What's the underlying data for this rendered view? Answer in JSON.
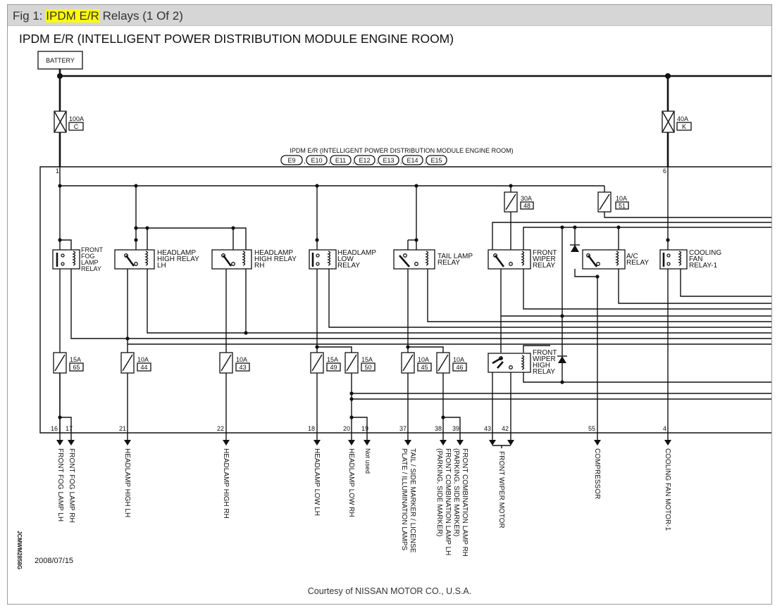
{
  "figure_header": {
    "prefix": "Fig 1:",
    "highlight": "IPDM E/R",
    "suffix": "Relays (1 Of 2)"
  },
  "diagram_title": "IPDM E/R (INTELLIGENT POWER DISTRIBUTION MODULE ENGINE ROOM)",
  "battery_label": "BATTERY",
  "module_label": "IPDM E/R (INTELLIGENT POWER DISTRIBUTION MODULE ENGINE ROOM)",
  "connectors": [
    "E9",
    "E10",
    "E11",
    "E12",
    "E13",
    "E14",
    "E15"
  ],
  "main_fuses": [
    {
      "amp": "100A",
      "id": "C",
      "pin": "1"
    },
    {
      "amp": "40A",
      "id": "K",
      "pin": "6"
    }
  ],
  "top_fuses": [
    {
      "amp": "30A",
      "id": "48"
    },
    {
      "amp": "10A",
      "id": "51"
    }
  ],
  "relays": [
    {
      "lines": [
        "FRONT",
        "FOG",
        "LAMP",
        "RELAY"
      ]
    },
    {
      "lines": [
        "HEADLAMP",
        "HIGH RELAY",
        "LH"
      ]
    },
    {
      "lines": [
        "HEADLAMP",
        "HIGH RELAY",
        "RH"
      ]
    },
    {
      "lines": [
        "HEADLAMP",
        "LOW",
        "RELAY"
      ]
    },
    {
      "lines": [
        "TAIL LAMP",
        "RELAY"
      ]
    },
    {
      "lines": [
        "FRONT",
        "WIPER",
        "RELAY"
      ]
    },
    {
      "lines": [
        "A/C",
        "RELAY"
      ]
    },
    {
      "lines": [
        "COOLING",
        "FAN",
        "RELAY-1"
      ]
    },
    {
      "lines": [
        "FRONT",
        "WIPER",
        "HIGH",
        "RELAY"
      ]
    }
  ],
  "lower_fuses": [
    {
      "amp": "15A",
      "id": "65"
    },
    {
      "amp": "10A",
      "id": "44"
    },
    {
      "amp": "10A",
      "id": "43"
    },
    {
      "amp": "15A",
      "id": "49"
    },
    {
      "amp": "15A",
      "id": "50"
    },
    {
      "amp": "10A",
      "id": "45"
    },
    {
      "amp": "10A",
      "id": "46"
    }
  ],
  "outputs": [
    {
      "pin": "16",
      "label": "FRONT FOG LAMP LH"
    },
    {
      "pin": "17",
      "label": "FRONT FOG LAMP RH"
    },
    {
      "pin": "21",
      "label": "HEADLAMP HIGH LH"
    },
    {
      "pin": "22",
      "label": "HEADLAMP HIGH RH"
    },
    {
      "pin": "18",
      "label": "HEADLAMP LOW LH"
    },
    {
      "pin": "20",
      "label": "HEADLAMP LOW RH"
    },
    {
      "pin": "19",
      "label": "Not used"
    },
    {
      "pin": "37",
      "label": "TAIL / SIDE MARKER / LICENSE"
    },
    {
      "pin": "",
      "label": "PLATE / ILLUMINATION LAMPS"
    },
    {
      "pin": "38",
      "label": "FRONT COMBINATION LAMP LH"
    },
    {
      "pin": "",
      "label": "(PARKING, SIDE MARKER)"
    },
    {
      "pin": "39",
      "label": "FRONT COMBINATION LAMP RH"
    },
    {
      "pin": "",
      "label": "(PARKING, SIDE MARKER)"
    },
    {
      "pin": "43",
      "label": "FRONT WIPER MOTOR"
    },
    {
      "pin": "42",
      "label": ""
    },
    {
      "pin": "55",
      "label": "COMPRESSOR"
    },
    {
      "pin": "4",
      "label": "COOLING FAN MOTOR-1"
    }
  ],
  "side_code": "JCMWM2858G",
  "date": "2008/07/15",
  "courtesy": "Courtesy of NISSAN MOTOR CO., U.S.A."
}
